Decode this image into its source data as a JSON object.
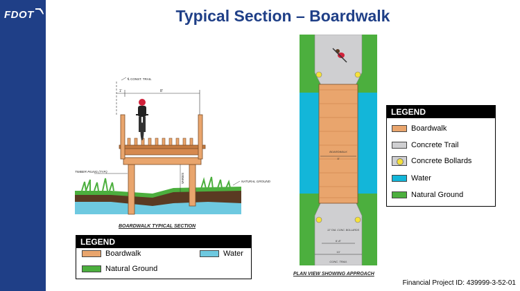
{
  "brand": {
    "logo": "FDOT"
  },
  "slide": {
    "title": "Typical Section – Boardwalk"
  },
  "section_drawing": {
    "caption": "BOARDWALK TYPICAL SECTION",
    "label_const_trail": "℄ CONST. TRAIL",
    "label_dim_small": "1'",
    "label_dim_width": "8'",
    "label_timber_piling": "TIMBER PILING (TYP.)",
    "label_varies": "VARIES",
    "label_natural_ground": "NATURAL GROUND"
  },
  "plan_drawing": {
    "caption": "PLAN VIEW SHOWING APPROACH",
    "label_boardwalk": "BOARDWALK",
    "label_boardwalk_width": "8'",
    "label_bollards": "12\" DIA. CONC. BOLLARDS",
    "label_bollard_spacing": "6'-8\"",
    "label_trail_width": "10'",
    "label_conc_trail": "CONC. TRAIL"
  },
  "legend_right": {
    "title": "LEGEND",
    "items": [
      {
        "label": "Boardwalk"
      },
      {
        "label": "Concrete Trail"
      },
      {
        "label": "Concrete Bollards"
      },
      {
        "label": "Water"
      },
      {
        "label": "Natural Ground"
      }
    ]
  },
  "legend_bottom": {
    "title": "LEGEND",
    "items": [
      {
        "label": "Boardwalk"
      },
      {
        "label": "Water"
      },
      {
        "label": "Natural Ground"
      }
    ]
  },
  "footer": {
    "project_id": "Financial Project ID: 439999-3-52-01"
  },
  "colors": {
    "brand_blue": "#1f3f87",
    "boardwalk": "#e9a56d",
    "water": "#13b6d9",
    "grass": "#4caf3e",
    "concrete": "#cfcfd1",
    "bollard": "#f5e13a"
  }
}
